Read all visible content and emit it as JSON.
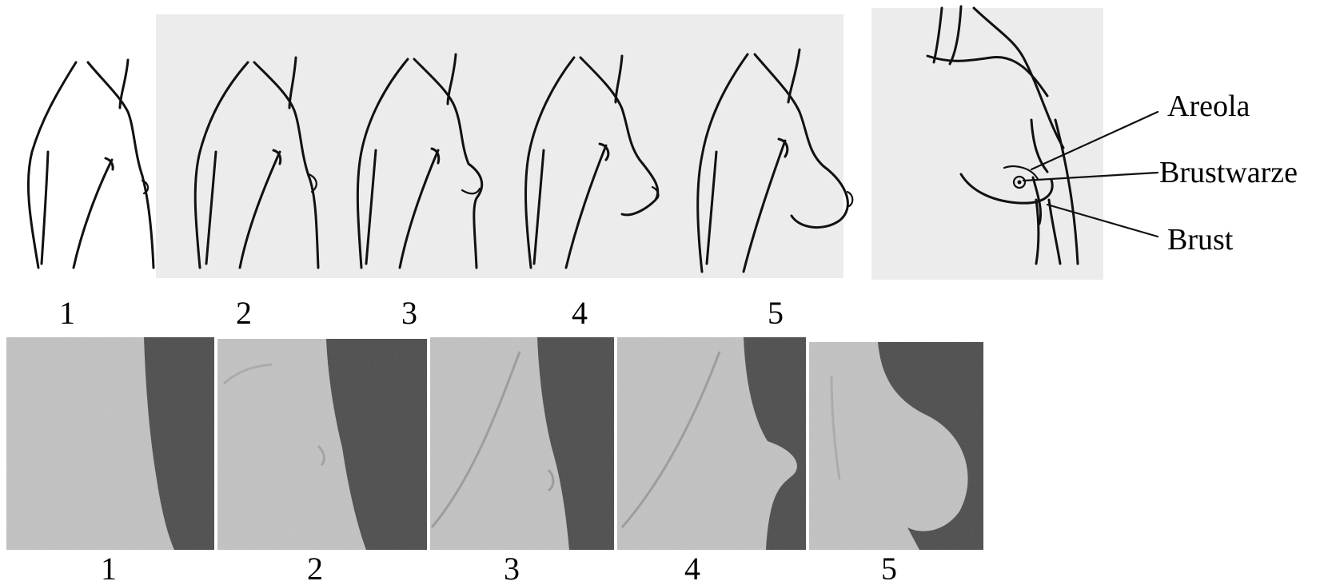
{
  "drawings": {
    "stage_numbers": [
      "1",
      "2",
      "3",
      "4",
      "5"
    ]
  },
  "photos": {
    "stage_numbers": [
      "1",
      "2",
      "3",
      "4",
      "5"
    ],
    "skin_color": "#c2c2c2",
    "background_color": "#4a4a4a"
  },
  "anatomy": {
    "labels": {
      "areola": "Areola",
      "nipple": "Brustwarze",
      "breast": "Brust"
    }
  }
}
